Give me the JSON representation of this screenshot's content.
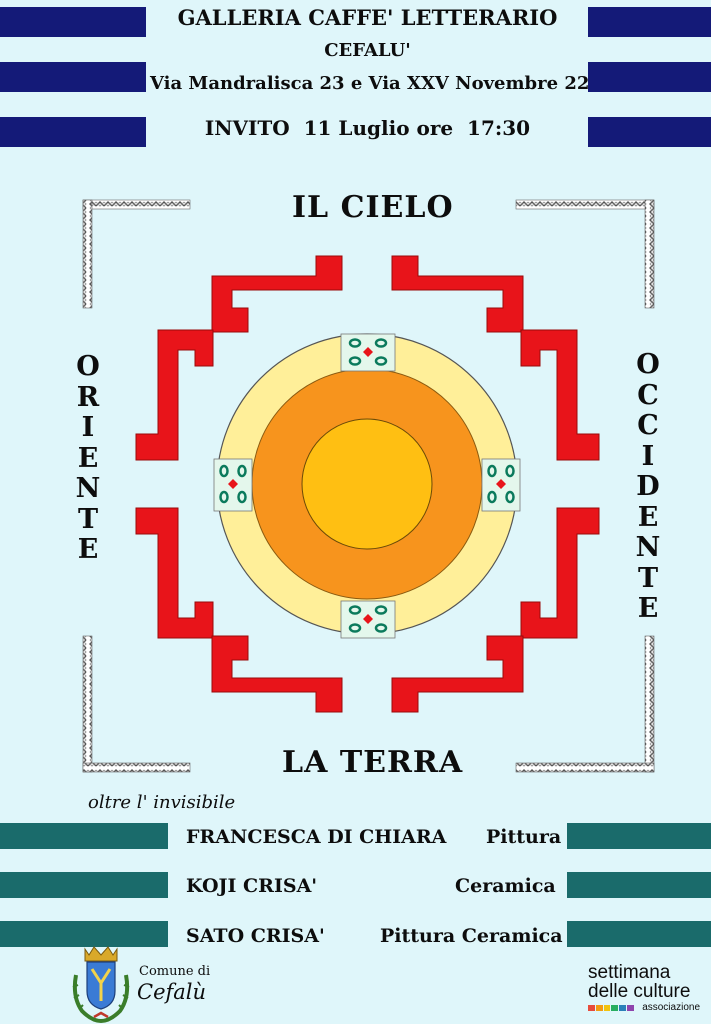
{
  "header": {
    "venue": "GALLERIA CAFFE' LETTERARIO",
    "town": "CEFALU'",
    "address": "Via Mandralisca 23 e Via XXV Novembre 22",
    "invite": "INVITO  11 Luglio ore  17:30"
  },
  "artwork": {
    "top": "IL CIELO",
    "bottom": "LA TERRA",
    "left": [
      "O",
      "R",
      "I",
      "E",
      "N",
      "T",
      "E"
    ],
    "right": [
      "O",
      "C",
      "C",
      "I",
      "D",
      "E",
      "N",
      "T",
      "E"
    ]
  },
  "subtitle": "oltre l' invisibile",
  "artists": [
    {
      "name": "FRANCESCA DI CHIARA",
      "medium": "Pittura"
    },
    {
      "name": "KOJI CRISA'",
      "medium": "Ceramica"
    },
    {
      "name": "SATO CRISA'",
      "medium": "Pittura Ceramica"
    }
  ],
  "footer": {
    "comune_small": "Comune di",
    "comune_big": "Cefalù",
    "partner_line1": "settimana",
    "partner_line2": "delle culture",
    "partner_line3": "associazione"
  },
  "colors": {
    "background": "#dff6fa",
    "navy_bar": "#141a78",
    "teal_bar": "#1a6b6b",
    "meander_red": "#e8141a",
    "ring_yellow": "#ffef99",
    "orange": "#f7941d",
    "core": "#ffbf12",
    "tile_green": "#0b7a5c"
  },
  "icons": [
    "cefalu-coat-of-arms-icon",
    "settimana-delle-culture-logo"
  ]
}
